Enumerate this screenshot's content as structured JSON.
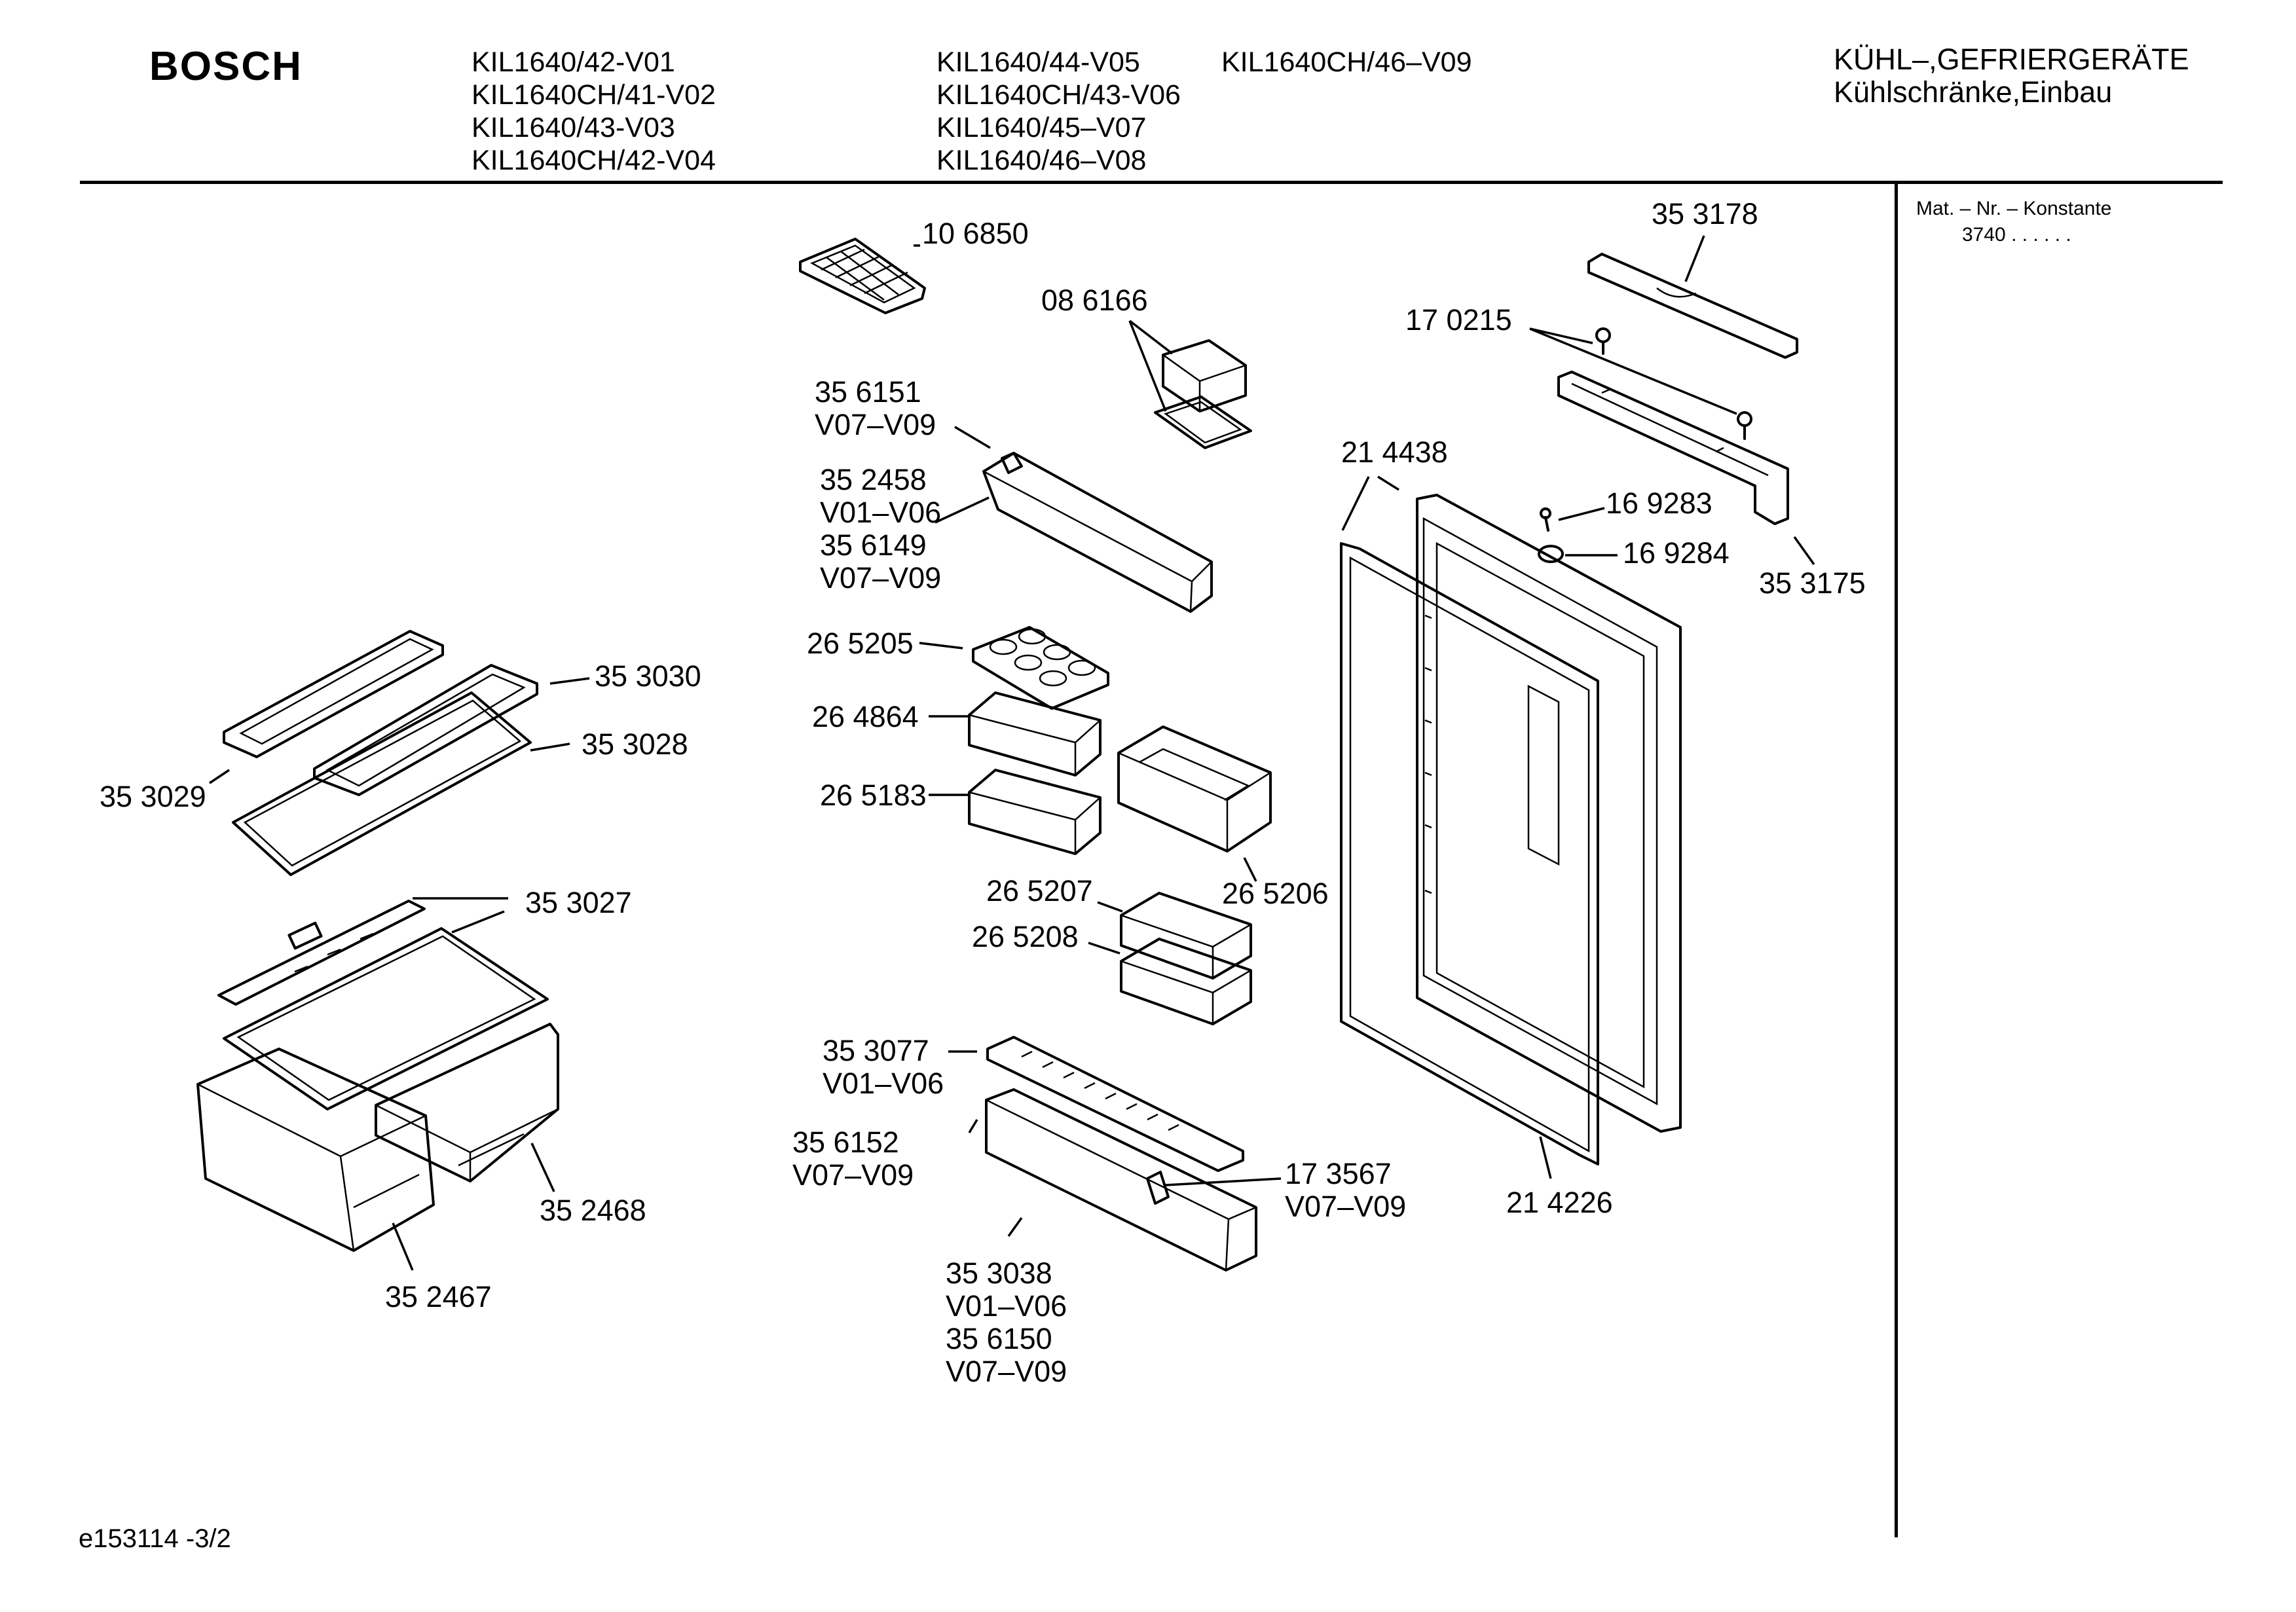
{
  "header": {
    "brand": "BOSCH",
    "models_col1": [
      "KIL1640/42-V01",
      "KIL1640CH/41-V02",
      "KIL1640/43-V03",
      "KIL1640CH/42-V04"
    ],
    "models_col2": [
      "KIL1640/44-V05",
      "KIL1640CH/43-V06",
      "KIL1640/45–V07",
      "KIL1640/46–V08"
    ],
    "models_col3": [
      "KIL1640CH/46–V09"
    ],
    "category_line1": "KÜHL–,GEFRIERGERÄTE",
    "category_line2": "Kühlschränke,Einbau"
  },
  "sidebar": {
    "mat_nr_label": "Mat. – Nr. – Konstante",
    "mat_nr_value": "3740  .  .    .  .  .  ."
  },
  "footer": {
    "drawing_id": "e153114 -3/2"
  },
  "labels": {
    "p106850": "10 6850",
    "p086166": "08 6166",
    "p356151": "35 6151",
    "v07v09_a": "V07–V09",
    "p352458": "35 2458",
    "v01v06_a": "V01–V06",
    "p356149": "35 6149",
    "v07v09_b": "V07–V09",
    "p265205": "26 5205",
    "p264864": "26 4864",
    "p265183": "26 5183",
    "p265206": "26 5206",
    "p265207": "26 5207",
    "p265208": "26 5208",
    "p353077": "35 3077",
    "v01v06_b": "V01–V06",
    "p356152": "35 6152",
    "v07v09_c": "V07–V09",
    "p173567": "17 3567",
    "v07v09_d": "V07–V09",
    "p353038": "35 3038",
    "v01v06_c": "V01–V06",
    "p356150": "35 6150",
    "v07v09_e": "V07–V09",
    "p353178": "35 3178",
    "p170215": "17 0215",
    "p214438": "21 4438",
    "p169283": "16 9283",
    "p169284": "16 9284",
    "p353175": "35 3175",
    "p214226": "21 4226",
    "p353030": "35 3030",
    "p353028": "35 3028",
    "p353029": "35 3029",
    "p353027": "35 3027",
    "p352468": "35 2468",
    "p352467": "35 2467"
  }
}
